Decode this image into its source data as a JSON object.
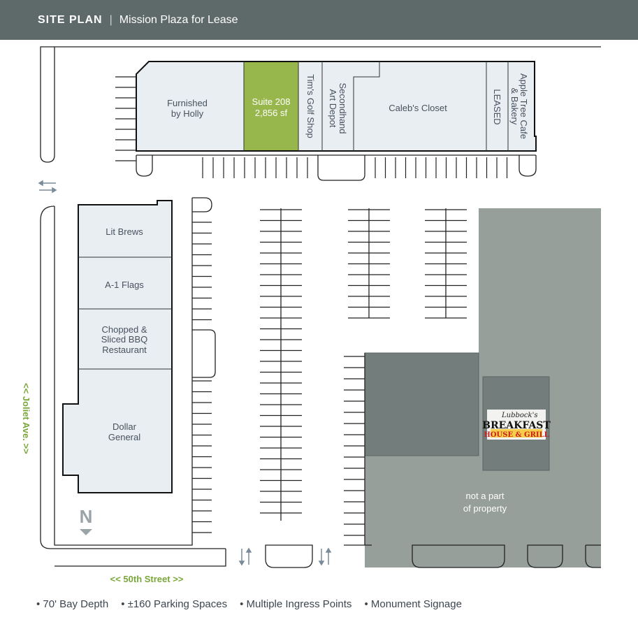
{
  "header": {
    "title": "SITE PLAN",
    "separator": "|",
    "subtitle": "Mission Plaza for Lease"
  },
  "top_building": {
    "units": [
      {
        "name": "Furnished",
        "name2": "by Holly"
      },
      {
        "name": "Suite 208",
        "name2": "2,856 sf",
        "highlight": true
      },
      {
        "name": "Tim's Golf Shop"
      },
      {
        "name": "Secondhand",
        "name2": "Art Depot"
      },
      {
        "name": "Caleb's Closet"
      },
      {
        "name": "LEASED"
      },
      {
        "name": "Apple Tree Cafe",
        "name2": "& Bakery"
      }
    ]
  },
  "left_building": {
    "units": [
      {
        "name": "Lit Brews"
      },
      {
        "name": "A-1 Flags"
      },
      {
        "name": "Chopped &",
        "name2": "Sliced BBQ",
        "name3": "Restaurant"
      },
      {
        "name": "Dollar",
        "name2": "General"
      }
    ]
  },
  "restaurant_logo": {
    "line1": "Lubbock's",
    "line2": "BREAKFAST",
    "line3": "HOUSE & GRILL"
  },
  "not_part": {
    "line1": "not a part",
    "line2": "of property"
  },
  "streets": {
    "joliet": "<< Joliet Ave. >>",
    "fiftieth": "<< 50th Street >>"
  },
  "north": "N",
  "features": [
    "70' Bay Depth",
    "±160 Parking Spaces",
    "Multiple Ingress Points",
    "Monument Signage"
  ],
  "colors": {
    "header": "#5e6a69",
    "suite_highlight": "#97b74c",
    "unit_fill": "#e9eef3",
    "not_part": "#979f9b",
    "street_label": "#7aa73a"
  }
}
